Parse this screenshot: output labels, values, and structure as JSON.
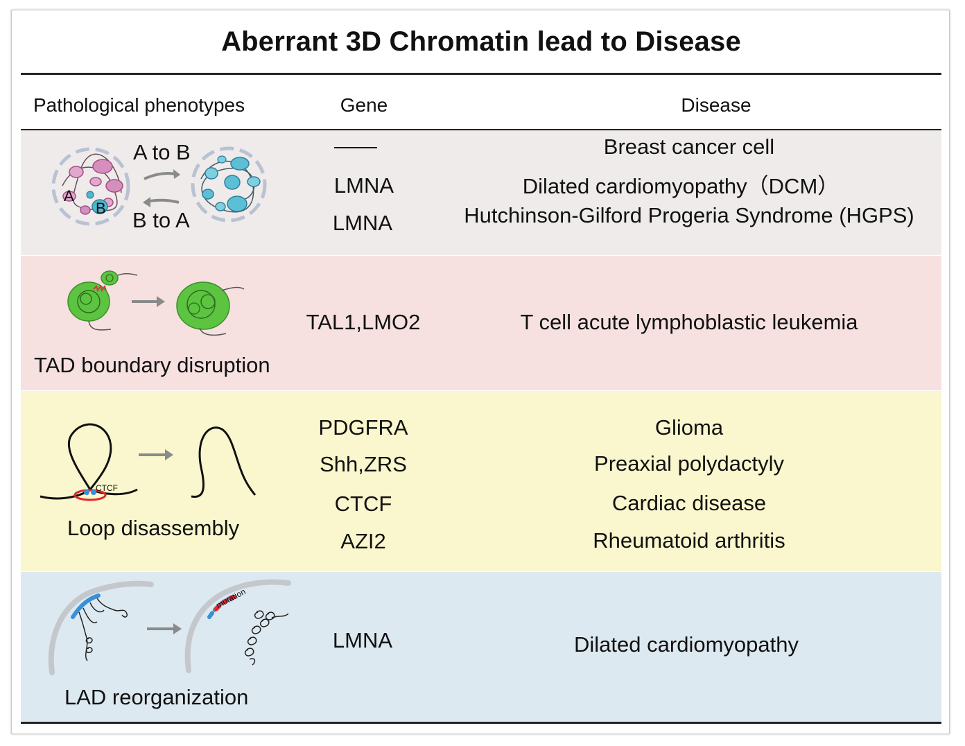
{
  "title": "Aberrant 3D Chromatin lead to Disease",
  "headers": {
    "phenotypes": "Pathological phenotypes",
    "gene": "Gene",
    "disease": "Disease"
  },
  "colors": {
    "row1": "#efebeb",
    "row2": "#f6e0e0",
    "row3": "#faf6cd",
    "row4": "#dde9f0",
    "pink_domain": "#c773a6",
    "blue_domain": "#45b0c8",
    "green_tad": "#56c23c",
    "red_ctcf": "#e0262a",
    "blue_lad": "#3a8fd9"
  },
  "rows": [
    {
      "phenotype_labels": {
        "a_to_b": "A to B",
        "b_to_a": "B to A",
        "a": "A",
        "b": "B"
      },
      "genes": [
        "——",
        "LMNA",
        "LMNA"
      ],
      "diseases": [
        "Breast cancer cell",
        "Dilated cardiomyopathy（DCM）",
        "Hutchinson-Gilford Progeria Syndrome (HGPS)"
      ]
    },
    {
      "phenotype": "TAD boundary disruption",
      "genes": [
        "TAL1,LMO2"
      ],
      "diseases": [
        "T cell acute lymphoblastic leukemia"
      ]
    },
    {
      "phenotype": "Loop disassembly",
      "ctcf_label": "CTCF",
      "genes": [
        "PDGFRA",
        "Shh,ZRS",
        "CTCF",
        "AZI2"
      ],
      "diseases": [
        "Glioma",
        "Preaxial polydactyly",
        "Cardiac disease",
        "Rheumatoid arthritis"
      ]
    },
    {
      "phenotype": "LAD reorganization",
      "mutation_label": "mutation",
      "genes": [
        "LMNA"
      ],
      "diseases": [
        "Dilated cardiomyopathy"
      ]
    }
  ]
}
